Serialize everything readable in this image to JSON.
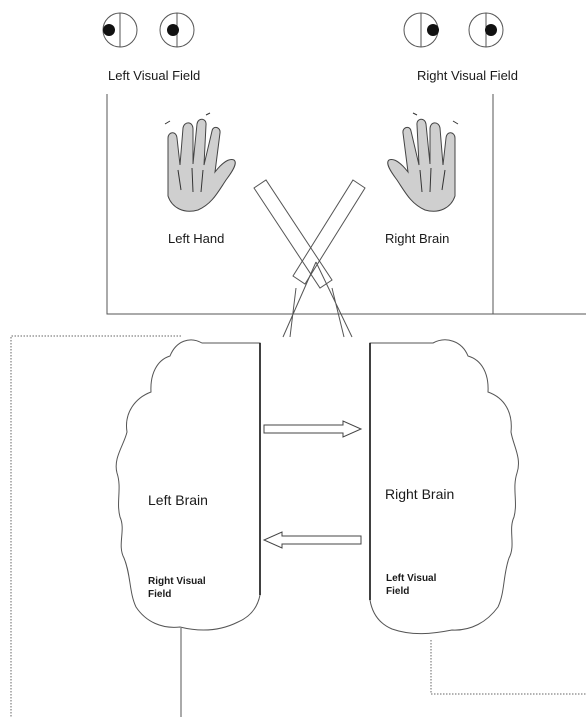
{
  "top": {
    "left_visual_field": "Left Visual Field",
    "right_visual_field": "Right Visual Field",
    "left_hand": "Left Hand",
    "right_brain": "Right Brain"
  },
  "hemispheres": {
    "left": {
      "title": "Left Brain",
      "field_line1": "Right Visual",
      "field_line2": "Field"
    },
    "right": {
      "title": "Right Brain",
      "field_line1": "Left Visual",
      "field_line2": "Field"
    }
  },
  "eyes": {
    "left_field_pupils": "left",
    "right_field_pupils": "right"
  },
  "arrows": {
    "upper": "left-to-right",
    "lower": "right-to-left"
  }
}
